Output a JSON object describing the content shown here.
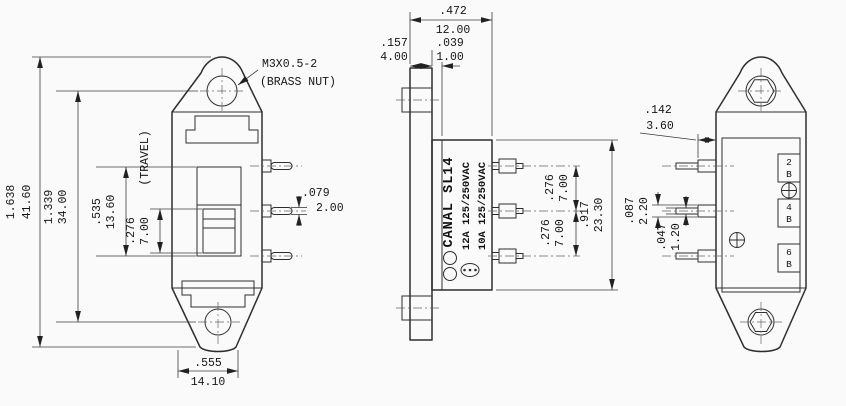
{
  "front_view": {
    "note_line1": "M3X0.5-2",
    "note_line2": "(BRASS NUT)",
    "travel_label": "(TRAVEL)",
    "overall_in": "1.638",
    "overall_mm": "41.60",
    "hole_span_in": "1.339",
    "hole_span_mm": "34.00",
    "slot_in": ".535",
    "slot_mm": "13.60",
    "travel_in": ".276",
    "travel_mm": "7.00",
    "pin_thk_in": ".079",
    "pin_thk_mm": "2.00",
    "tab_in": ".555",
    "tab_mm": "14.10"
  },
  "side_view": {
    "width_in": ".472",
    "width_mm": "12.00",
    "plate_in": ".157",
    "plate_mm": "4.00",
    "step_in": ".039",
    "step_mm": "1.00",
    "pitch_top_in": ".276",
    "pitch_top_mm": "7.00",
    "pitch_bot_in": ".276",
    "pitch_bot_mm": "7.00",
    "body_in": ".917",
    "body_mm": "23.30",
    "brand": "CANAL SL14",
    "rating1": "12A 125/250VAC",
    "rating2": "10A 125/250VAC",
    "cert_marks": [
      "ul-recognized-mark",
      "s-safety-mark",
      "cqc-oval-mark"
    ]
  },
  "back_view": {
    "offset_in": ".142",
    "offset_mm": "3.60",
    "term_w_in": ".087",
    "term_w_mm": "2.20",
    "pin_w_in": ".047",
    "pin_w_mm": "1.20",
    "terminals": [
      {
        "num": "2",
        "code": "B"
      },
      {
        "num": "4",
        "code": "B"
      },
      {
        "num": "6",
        "code": "B"
      }
    ]
  }
}
